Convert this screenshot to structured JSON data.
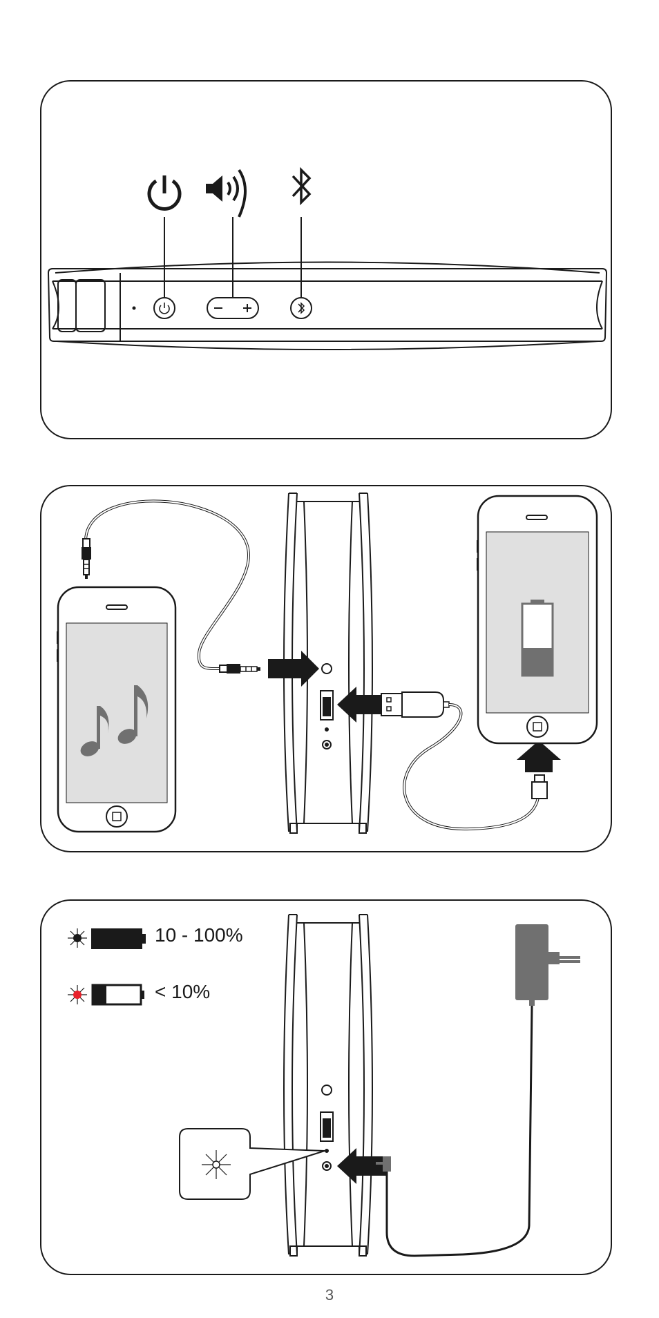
{
  "panel3": {
    "legend": {
      "full_label": "10 - 100%",
      "low_label": "< 10%"
    },
    "colors": {
      "led_normal": "#1a1a1a",
      "led_low": "#e8212b"
    }
  },
  "panel2": {
    "phone_left_icon": "music-notes-icon",
    "phone_right_icon": "battery-charging-icon"
  },
  "panel1": {
    "icons": [
      "power-icon",
      "volume-icon",
      "bluetooth-icon"
    ]
  },
  "page_number": "3"
}
